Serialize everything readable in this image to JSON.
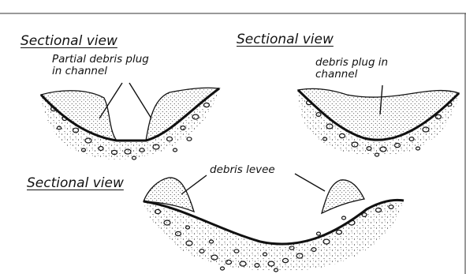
{
  "diagram": {
    "panels": [
      {
        "title": "Sectional view",
        "annotation_lines": [
          "Partial debris plug",
          "in channel"
        ]
      },
      {
        "title": "Sectional view",
        "annotation_lines": [
          "debris plug in",
          "channel"
        ]
      },
      {
        "title": "Sectional view",
        "annotation_lines": [
          "debris levee"
        ]
      }
    ],
    "colors": {
      "ink": "#111111",
      "background": "#ffffff"
    }
  }
}
